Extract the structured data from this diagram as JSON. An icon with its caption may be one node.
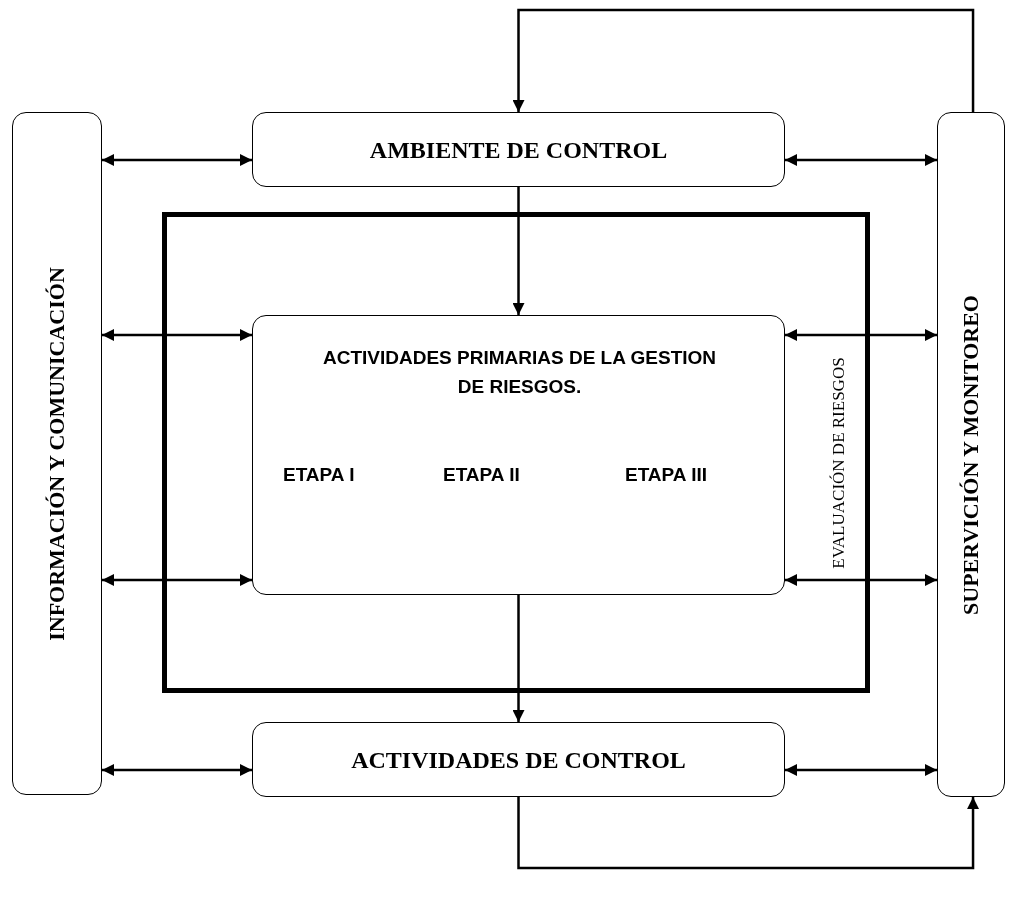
{
  "diagram": {
    "nodes": [
      {
        "text": [
          "INFORMACIÓN Y COMUNICACIÓN"
        ]
      },
      {
        "text": [
          "AMBIENTE DE CONTROL"
        ]
      },
      {
        "text": [
          "SUPERVICIÓN Y MONITOREO"
        ]
      },
      {
        "text": [
          "EVALUACIÓN DE RIESGOS"
        ]
      },
      {
        "text": [
          "ACTIVIDADES PRIMARIAS DE LA GESTION DE RIESGOS.",
          "ETAPA I",
          "ETAPA II",
          "ETAPA III"
        ],
        "in": 3
      },
      {
        "text": [
          "ACTIVIDADES DE CONTROL"
        ]
      }
    ],
    "edges": [
      {
        "from": 2,
        "to": 1,
        "arrow": "to"
      },
      {
        "from": 0,
        "to": 1,
        "arrow": "both"
      },
      {
        "from": 1,
        "to": 2,
        "arrow": "both"
      },
      {
        "from": 1,
        "to": 4,
        "arrow": "to"
      },
      {
        "from": 0,
        "to": 4,
        "arrow": "both"
      },
      {
        "from": 4,
        "to": 2,
        "arrow": "both"
      },
      {
        "from": 0,
        "to": 4,
        "arrow": "both"
      },
      {
        "from": 4,
        "to": 2,
        "arrow": "both"
      },
      {
        "from": 4,
        "to": 5,
        "arrow": "to"
      },
      {
        "from": 0,
        "to": 5,
        "arrow": "both"
      },
      {
        "from": 5,
        "to": 2,
        "arrow": "both"
      },
      {
        "from": 5,
        "to": 2,
        "arrow": "to"
      }
    ]
  }
}
